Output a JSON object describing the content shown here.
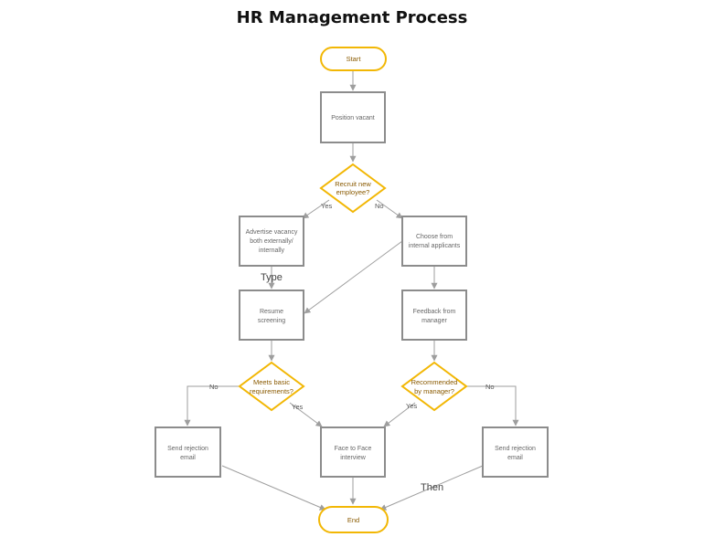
{
  "title": "HR Management Process",
  "colors": {
    "terminal": "#f2b705",
    "process": "#8c8c8c",
    "connector": "#9e9e9e"
  },
  "nodes": {
    "start": [
      "Start"
    ],
    "position_vacant": [
      "Position vacant"
    ],
    "recruit_new": [
      "Recruit new",
      "employee?"
    ],
    "advertise": [
      "Advertise vacancy",
      "both externally/",
      "internally"
    ],
    "choose_internal": [
      "Choose from",
      "internal applicants"
    ],
    "resume_screening": [
      "Resume",
      "screening"
    ],
    "feedback_manager": [
      "Feedback from",
      "manager"
    ],
    "meets_basic": [
      "Meets basic",
      "requirements?"
    ],
    "recommended": [
      "Recommended",
      "by manager?"
    ],
    "reject_left": [
      "Send rejection",
      "email"
    ],
    "face_to_face": [
      "Face to Face",
      "interview"
    ],
    "reject_right": [
      "Send rejection",
      "email"
    ],
    "end": [
      "End"
    ]
  },
  "edge_labels": {
    "recruit_yes": "Yes",
    "recruit_no": "No",
    "basic_no": "No",
    "basic_yes": "Yes",
    "recommended_yes": "Yes",
    "recommended_no": "No"
  },
  "free_labels": {
    "type": "Type",
    "then": "Then"
  }
}
